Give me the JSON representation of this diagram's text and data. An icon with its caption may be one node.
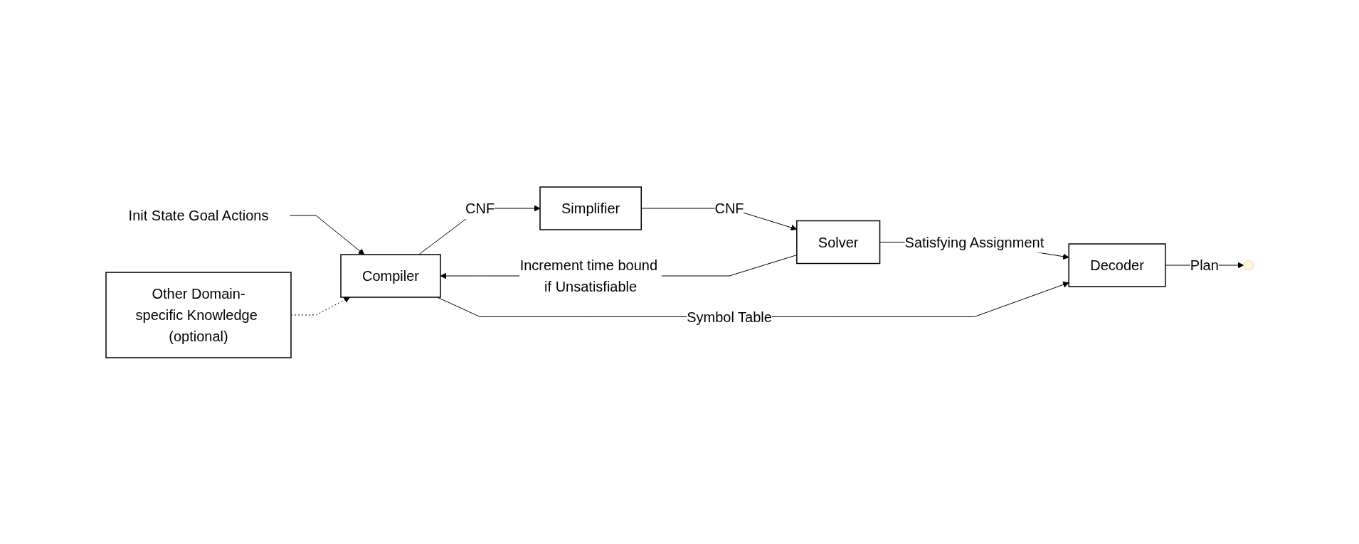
{
  "diagram": {
    "nodes": [
      {
        "text": [
          "Init State Goal Actions"
        ]
      },
      {
        "text": [
          "Compiler"
        ]
      },
      {
        "text": [
          "Simplifier"
        ]
      },
      {
        "text": [
          "Solver"
        ]
      },
      {
        "text": [
          "Decoder"
        ]
      },
      {
        "text": [
          "Other Domain-specific Knowledge (optional)"
        ]
      }
    ],
    "edges": [
      {
        "from": 0,
        "to": 1,
        "arrow": "to"
      },
      {
        "from": 5,
        "to": 1,
        "arrow": "to",
        "style": "dashed"
      },
      {
        "from": 1,
        "to": 2,
        "arrow": "to",
        "label": "CNF"
      },
      {
        "from": 2,
        "to": 3,
        "arrow": "to",
        "label": "CNF"
      },
      {
        "from": 3,
        "to": 1,
        "arrow": "to",
        "label": "Increment time bound if Unsatisfiable"
      },
      {
        "from": 3,
        "to": 4,
        "arrow": "to",
        "label": "Satisfying Assignment"
      },
      {
        "from": 1,
        "to": 4,
        "arrow": "to",
        "label": "Symbol Table"
      },
      {
        "from": 4,
        "to": null,
        "arrow": "to",
        "label": "Plan"
      }
    ]
  }
}
